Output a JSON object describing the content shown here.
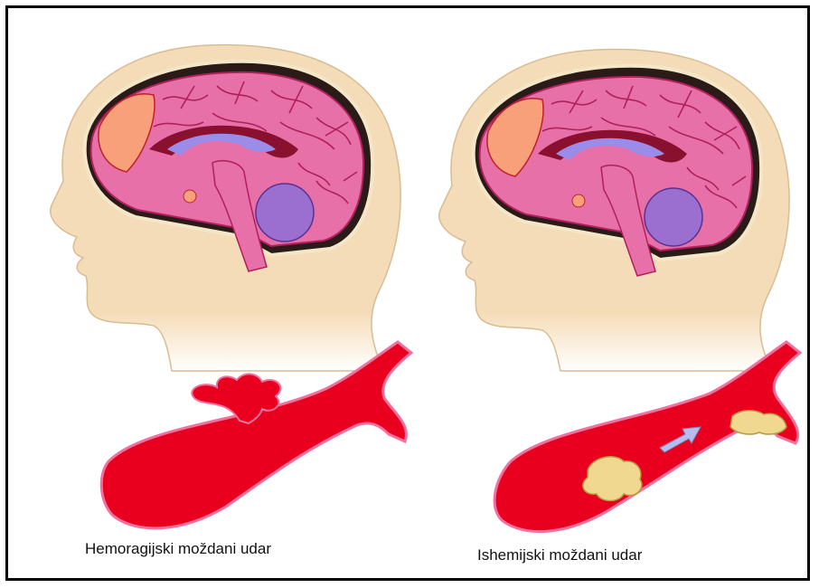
{
  "panels": [
    {
      "caption": "Hemoragijski moždani udar",
      "type": "hemorrhagic"
    },
    {
      "caption": "Ishemijski moždani udar",
      "type": "ischemic"
    }
  ],
  "colors": {
    "skin": "#F5DCB8",
    "skin_edge": "#D9BC92",
    "brain": "#E870A8",
    "brain_vein": "#B0205A",
    "ventricle": "#9A8CE8",
    "cerebellum": "#9A6FD0",
    "vessel": "#E8001E",
    "vessel_wall": "#F070A0",
    "clot": "#F0D890",
    "arrow": "#B8BCEC",
    "frame": "#000000"
  }
}
